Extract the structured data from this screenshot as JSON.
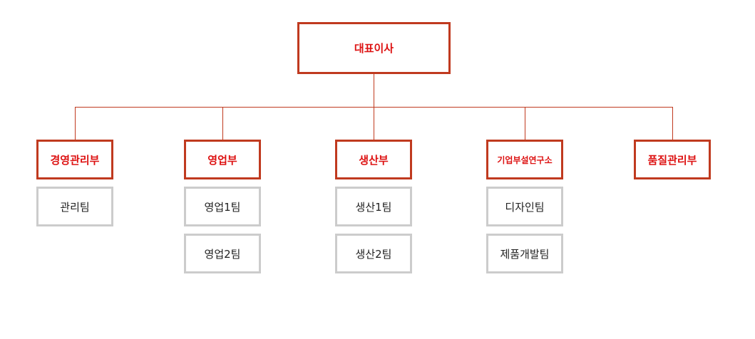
{
  "ceo": {
    "label": "대표이사"
  },
  "departments": [
    {
      "label": "경영관리부",
      "teams": [
        "관리팀"
      ]
    },
    {
      "label": "영업부",
      "teams": [
        "영업1팀",
        "영업2팀"
      ]
    },
    {
      "label": "생산부",
      "teams": [
        "생산1팀",
        "생산2팀"
      ]
    },
    {
      "label": "기업부설연구소",
      "teams": [
        "디자인팀",
        "제품개발팀"
      ]
    },
    {
      "label": "품질관리부",
      "teams": []
    }
  ],
  "colors": {
    "head_border": "#c03a1f",
    "head_text": "#dd1111",
    "team_border": "#cccccc",
    "team_text": "#222222",
    "connector": "#c03a1f"
  }
}
